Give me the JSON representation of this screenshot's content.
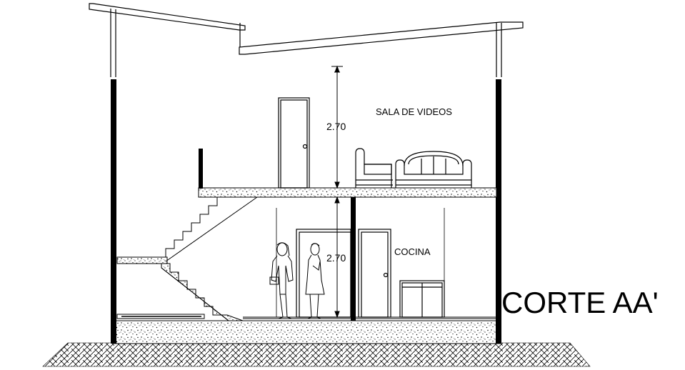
{
  "title": "CORTE AA'",
  "rooms": {
    "upper": "SALA DE VIDEOS",
    "lower": "COCINA"
  },
  "dimensions": {
    "upper_height": "2.70",
    "lower_height": "2.70"
  }
}
